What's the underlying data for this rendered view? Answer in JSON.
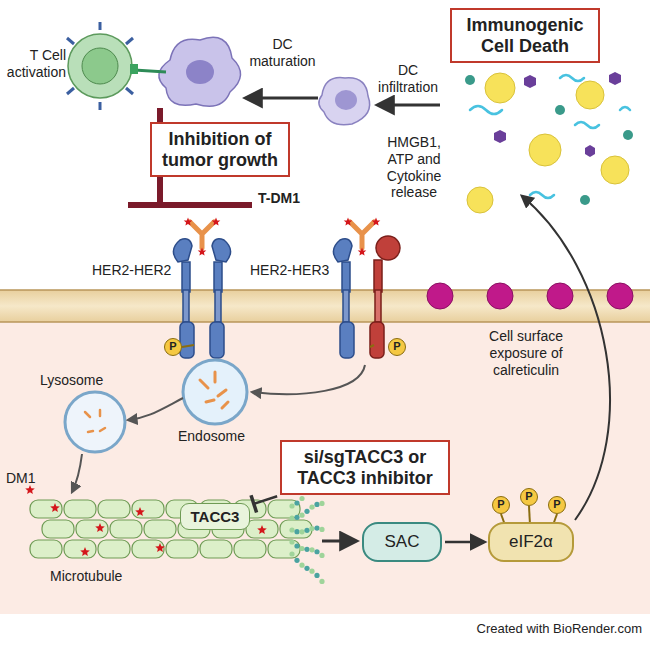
{
  "diagram": {
    "nodes": [
      {
        "text": [
          "Immunogenic Cell Death"
        ]
      },
      {
        "text": [
          "Inhibition of tumor growth"
        ]
      },
      {
        "text": [
          "P"
        ]
      },
      {
        "text": [
          "P"
        ]
      },
      {
        "text": [
          "si/sgTACC3 or TACC3 inhibitor"
        ]
      },
      {
        "text": [
          "TACC3"
        ]
      },
      {
        "text": [
          "SAC"
        ]
      },
      {
        "text": [
          "eIF2α"
        ]
      },
      {
        "text": [
          "P"
        ]
      },
      {
        "text": [
          "P"
        ]
      },
      {
        "text": [
          "P"
        ]
      }
    ],
    "edges": [
      {
        "from": 4,
        "to": 5,
        "arrow": "to"
      },
      {
        "from": 6,
        "to": 7,
        "arrow": "to"
      }
    ],
    "labels": [
      "T Cell activation",
      "DC maturation",
      "DC infiltration",
      "HMGB1, ATP and Cytokine release",
      "T-DM1",
      "HER2-HER2",
      "HER2-HER3",
      "Cell surface exposure of calreticulin",
      "Endosome",
      "Lysosome",
      "DM1",
      "Microtubule",
      "Created with BioRender.com"
    ]
  }
}
